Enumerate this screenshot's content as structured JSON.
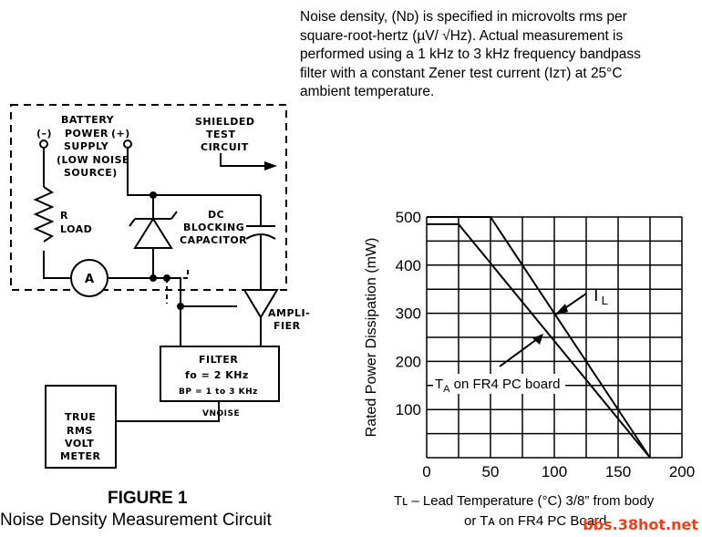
{
  "paragraph": {
    "lines": [
      "Noise density, (Nᴅ) is specified in microvolts rms per",
      "square-root-hertz (µV/ √Hz).  Actual measurement is",
      "performed using a 1 kHz to 3 kHz frequency bandpass",
      "filter with a constant Zener test current (Iᴢᴛ) at 25°C",
      "ambient temperature."
    ]
  },
  "schematic": {
    "labels": {
      "battery": "BATTERY",
      "minus": "(–)",
      "power": "POWER",
      "plus": "(+)",
      "supply": "SUPPLY",
      "low_noise": "(LOW NOISE",
      "source": "SOURCE)",
      "shielded": "SHIELDED",
      "test": "TEST",
      "circuit": "CIRCUIT",
      "r": "R",
      "load": "LOAD",
      "dc": "DC",
      "blocking": "BLOCKING",
      "capacitor": "CAPACITOR",
      "ammeter": "A",
      "ampli": "AMPLI-",
      "fier": "FIER",
      "filter": "FILTER",
      "fo": "fo = 2 KHz",
      "bp": "BP = 1 to 3 KHz",
      "vnoise": "VNOISE",
      "true": "TRUE",
      "rms": "RMS",
      "volt": "VOLT",
      "meter": "METER"
    }
  },
  "figure": {
    "title": "FIGURE 1",
    "caption": "Noise Density Measurement Circuit"
  },
  "chart_data": {
    "type": "line",
    "title": "",
    "xlabel": "",
    "ylabel": "Rated Power Dissipation (mW)",
    "xlim": [
      0,
      200
    ],
    "ylim": [
      0,
      500
    ],
    "x_ticks": [
      "0",
      "50",
      "100",
      "150",
      "200"
    ],
    "y_ticks": [
      "100",
      "200",
      "300",
      "400",
      "500"
    ],
    "grid": true,
    "series": [
      {
        "name": "TL",
        "x": [
          0,
          50,
          175
        ],
        "y": [
          500,
          500,
          0
        ]
      },
      {
        "name": "TA on FR4 PC board",
        "x": [
          0,
          25,
          175
        ],
        "y": [
          485,
          485,
          0
        ]
      }
    ],
    "annotations": [
      "TL",
      "TA on FR4 PC board"
    ]
  },
  "chart_note": {
    "line1": "Tʟ – Lead Temperature (°C) 3/8” from body",
    "line2": "or Tᴀ on FR4 PC Board"
  },
  "watermark": "bbs.38hot.net"
}
